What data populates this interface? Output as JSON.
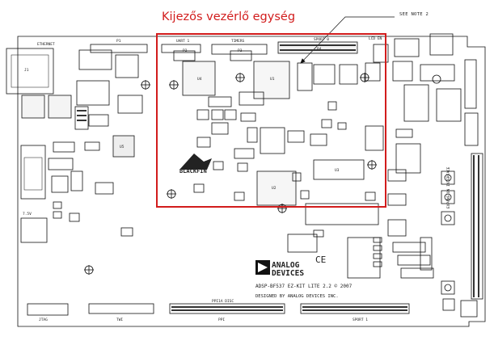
{
  "title": "Kijezős vezérlő egység",
  "note": "SEE NOTE 2",
  "highlight_color": "#d21c1c",
  "board": {
    "headers": {
      "ethernet": "ETHERNET",
      "uart1": "UART 1",
      "timers": "TIMERS",
      "sport0": "SPORT 0",
      "lcd_en": "LCD EN",
      "ppi_disc": "PPI1A DISC",
      "jtag": "JTAG",
      "twi": "TWI",
      "ppi": "PPI",
      "sport1": "SPORT 1",
      "power": "7.5V",
      "expansion": "EXPANSION INTERFACE"
    },
    "parts": {
      "j1": "J1",
      "p1": "P1",
      "p2": "P2",
      "p3": "P3",
      "p4": "P4",
      "u4": "U4",
      "u1": "U1",
      "u2": "U2",
      "u3": "U3",
      "u5": "U5"
    },
    "logo": {
      "line1": "ANALOG",
      "line2": "DEVICES",
      "blackfin": "BLACKFIN"
    },
    "board_name": "ADSP-BF537 EZ-KIT LITE 2.2 © 2007",
    "designed_by": "DESIGNED BY ANALOG DEVICES INC.",
    "ce_mark": "CE"
  }
}
